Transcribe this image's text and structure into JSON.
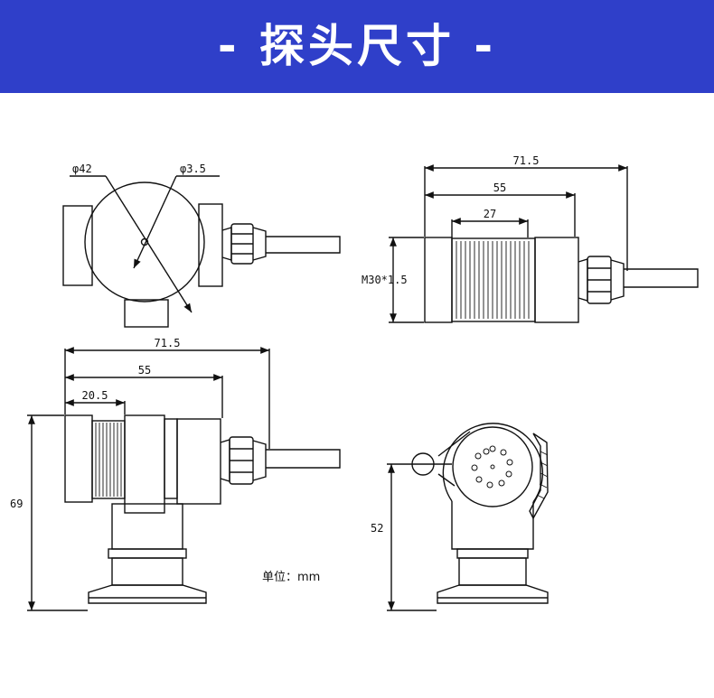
{
  "banner": {
    "title": "- 探头尺寸 -",
    "color": "#2f3fc9"
  },
  "units_label": "单位：mm",
  "views": {
    "front": {
      "dia_outer": "φ42",
      "dia_hole": "φ3.5"
    },
    "side": {
      "overall_length": "71.5",
      "body_length": "55",
      "thread_length": "27",
      "thread_spec": "M30*1.5"
    },
    "lower_left": {
      "overall_length": "71.5",
      "body_length": "55",
      "thread_length": "20.5",
      "height": "69"
    },
    "lower_right": {
      "height": "52"
    }
  }
}
